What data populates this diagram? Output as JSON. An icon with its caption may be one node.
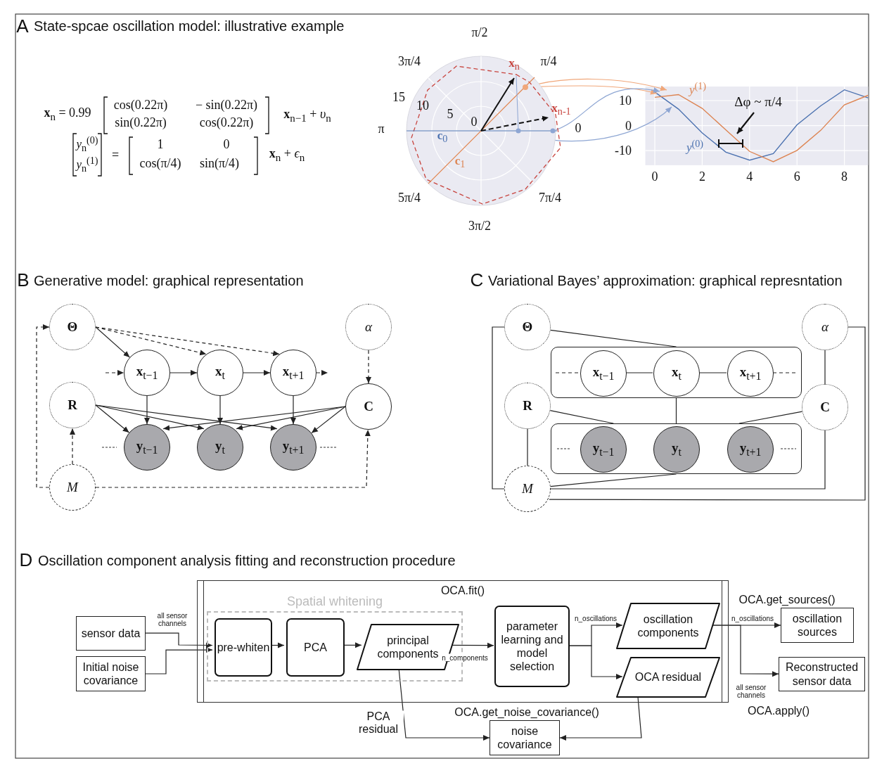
{
  "diagram": {
    "nodes": [
      {
        "text": [
          "Θ"
        ]
      },
      {
        "text": [
          "α"
        ]
      },
      {
        "text": [
          "**x**$_{t−1}$"
        ]
      },
      {
        "text": [
          "**x**$_{t}$"
        ]
      },
      {
        "text": [
          "**x**$_{t+1}$"
        ]
      },
      {
        "text": [
          "R"
        ]
      },
      {
        "text": [
          "C"
        ]
      },
      {
        "text": [
          "**y**$_{t−1}$"
        ]
      },
      {
        "text": [
          "**y**$_{t}$"
        ]
      },
      {
        "text": [
          "**y**$_{t+1}$"
        ]
      },
      {
        "text": [
          "M"
        ]
      },
      {
        "text": [
          "Θ"
        ]
      },
      {
        "text": [
          "α"
        ]
      },
      {
        "text": [],
        "shape": "box"
      },
      {
        "text": [
          "**x**$_{t−1}$"
        ],
        "in": 13
      },
      {
        "text": [
          "**x**$_{t}$"
        ],
        "in": 13
      },
      {
        "text": [
          "**x**$_{t+1}$"
        ],
        "in": 13
      },
      {
        "text": [
          "R"
        ]
      },
      {
        "text": [
          "C"
        ]
      },
      {
        "text": [],
        "shape": "box"
      },
      {
        "text": [
          "**y**$_{t−1}$"
        ],
        "in": 19
      },
      {
        "text": [
          "**y**$_{t}$"
        ],
        "in": 19
      },
      {
        "text": [
          "**y**$_{t+1}$"
        ],
        "in": 19
      },
      {
        "text": [
          "M"
        ]
      },
      {
        "text": [
          "sensor data"
        ]
      },
      {
        "text": [
          "Initial noise covariance"
        ]
      },
      {
        "text": [
          "OCA.fit()"
        ]
      },
      {
        "text": [
          "Spatial whitening"
        ],
        "in": 26
      },
      {
        "text": [
          "pre-whiten"
        ],
        "in": 27
      },
      {
        "text": [
          "PCA"
        ],
        "in": 27
      },
      {
        "text": [
          "principal components"
        ],
        "in": 27
      },
      {
        "text": [
          "parameter learning and model selection"
        ],
        "in": 26
      },
      {
        "text": [
          "oscillation components"
        ],
        "in": 26
      },
      {
        "text": [
          "OCA residual"
        ],
        "in": 26
      },
      {
        "text": [
          "oscillation sources"
        ],
        "beside": [
          "OCA.get_sources()"
        ]
      },
      {
        "text": [
          "Reconstructed sensor data"
        ],
        "beside": [
          "OCA.apply()"
        ]
      },
      {
        "text": [
          "noise covariance"
        ],
        "beside": [
          "OCA.get_noise_covariance()"
        ]
      },
      {
        "text": [],
        "shape": "picture"
      }
    ],
    "edges": [
      {
        "from": 0,
        "to": 2,
        "arrow": "to"
      },
      {
        "from": 0,
        "to": 3,
        "arrow": "to",
        "style": "dashed"
      },
      {
        "from": 0,
        "to": 4,
        "arrow": "to",
        "style": "dashed"
      },
      {
        "from": null,
        "to": 2,
        "arrow": "to",
        "style": "dashed"
      },
      {
        "from": 2,
        "to": 3,
        "arrow": "to"
      },
      {
        "from": 3,
        "to": 4,
        "arrow": "to"
      },
      {
        "from": 4,
        "to": null,
        "arrow": "to",
        "style": "dashed"
      },
      {
        "from": 1,
        "to": 6,
        "arrow": "to",
        "style": "dashed"
      },
      {
        "from": 2,
        "to": 7,
        "arrow": "to"
      },
      {
        "from": 3,
        "to": 8,
        "arrow": "to"
      },
      {
        "from": 4,
        "to": 9,
        "arrow": "to"
      },
      {
        "from": 5,
        "to": 7,
        "arrow": "to"
      },
      {
        "from": 5,
        "to": 8,
        "arrow": "to"
      },
      {
        "from": 5,
        "to": 9,
        "arrow": "to"
      },
      {
        "from": 6,
        "to": 7,
        "arrow": "to"
      },
      {
        "from": 6,
        "to": 8,
        "arrow": "to"
      },
      {
        "from": 6,
        "to": 9,
        "arrow": "to"
      },
      {
        "from": 10,
        "to": 5,
        "arrow": "to",
        "style": "dashed"
      },
      {
        "from": 10,
        "to": 0,
        "arrow": "to",
        "style": "dashed"
      },
      {
        "from": 10,
        "to": 6,
        "arrow": "to",
        "style": "dashed"
      },
      {
        "from": 11,
        "to": 13,
        "arrow": "none"
      },
      {
        "from": null,
        "to": 14,
        "arrow": "none",
        "style": "dashed"
      },
      {
        "from": 14,
        "to": 15,
        "arrow": "none"
      },
      {
        "from": 15,
        "to": 16,
        "arrow": "none"
      },
      {
        "from": 16,
        "to": null,
        "arrow": "none",
        "style": "dashed"
      },
      {
        "from": 13,
        "to": 19,
        "arrow": "none"
      },
      {
        "from": 17,
        "to": 19,
        "arrow": "none"
      },
      {
        "from": 18,
        "to": 19,
        "arrow": "none"
      },
      {
        "from": 12,
        "to": 18,
        "arrow": "none"
      },
      {
        "from": 17,
        "to": 23,
        "arrow": "none"
      },
      {
        "from": 23,
        "to": 19,
        "arrow": "none"
      },
      {
        "from": 23,
        "to": 11,
        "arrow": "none"
      },
      {
        "from": 23,
        "to": 18,
        "arrow": "none"
      },
      {
        "from": 23,
        "to": 12,
        "arrow": "none"
      },
      {
        "from": 24,
        "to": 28,
        "arrow": "to",
        "label": "all sensor channels"
      },
      {
        "from": 25,
        "to": 28,
        "arrow": "to"
      },
      {
        "from": 28,
        "to": 29,
        "arrow": "to"
      },
      {
        "from": 29,
        "to": 30,
        "arrow": "to"
      },
      {
        "from": 30,
        "to": 31,
        "arrow": "to",
        "label": "n_components"
      },
      {
        "from": 31,
        "to": 32,
        "arrow": "to",
        "label": "n_oscillations"
      },
      {
        "from": 31,
        "to": 33,
        "arrow": "to"
      },
      {
        "from": 32,
        "to": 34,
        "arrow": "to",
        "label": "n_oscillations"
      },
      {
        "from": 32,
        "to": 35,
        "arrow": "to",
        "label": "all sensor channels"
      },
      {
        "from": 30,
        "to": 36,
        "arrow": "to",
        "label": "PCA residual"
      },
      {
        "from": 33,
        "to": 36,
        "arrow": "to"
      },
      {
        "from": 37,
        "to": null,
        "arrow": "to",
        "color": "#f0a77a"
      },
      {
        "from": 37,
        "to": null,
        "arrow": "to",
        "color": "#f0a77a"
      },
      {
        "from": 37,
        "to": null,
        "arrow": "to",
        "color": "#8ea6d3"
      },
      {
        "from": 37,
        "to": null,
        "arrow": "to",
        "color": "#8ea6d3"
      }
    ],
    "labels": [
      "A",
      "State-spcae oscillation model: illustrative example",
      "**x**$_{n}$ = 0.99",
      "cos(0.22π)",
      "− sin(0.22π)",
      "sin(0.22π)",
      "cos(0.22π)",
      "**x**$_{n−1}$ + *υ*$_{n}$",
      "*y*$_{n}$$^{(0)}$",
      "*y*$_{n}$$^{(1)}$",
      "=",
      "1",
      "0",
      "cos(π/4)",
      "sin(π/4)",
      "**x**$_{n}$ + *ϵ*$_{n}$",
      "π/2",
      "3π/4",
      "π/4",
      "15",
      "10",
      "5",
      "0",
      "π",
      "0",
      "**x**$_{n}$",
      "**x**$_{n-1}$",
      "**c**$_{0}$",
      "**c**$_{1}$",
      "5π/4",
      "7π/4",
      "3π/2",
      "B",
      "Generative model: graphical representation",
      "C",
      "Variational Bayes’ approximation: graphical represntation",
      "D",
      "Oscillation component analysis fitting and reconstruction procedure"
    ],
    "chart_data": {
      "type": "line",
      "x": [
        0,
        1,
        2,
        3,
        4,
        5,
        6,
        7,
        8,
        9
      ],
      "xlim": [
        -0.4,
        9.0
      ],
      "ylim": [
        -15.8,
        15.6
      ],
      "grid": true,
      "xticks": [
        0,
        2,
        4,
        6,
        8
      ],
      "yticks": [
        -10,
        0,
        10
      ],
      "series": [
        {
          "name": "*y*$^{(0)}$",
          "color": "#4c72b0",
          "values": [
            13.4,
            6.6,
            -2.9,
            -10.6,
            -13.8,
            -11.2,
            0.3,
            7.9,
            14.3,
            11.1
          ]
        },
        {
          "name": "*y*$^{(1)}$",
          "color": "#dd8452",
          "values": [
            11.3,
            12.4,
            6.9,
            -1.7,
            -10.3,
            -14.4,
            -9.9,
            -1.9,
            8.3,
            12.1
          ]
        }
      ],
      "annotations": [
        "Δφ ~ π/4"
      ]
    }
  }
}
